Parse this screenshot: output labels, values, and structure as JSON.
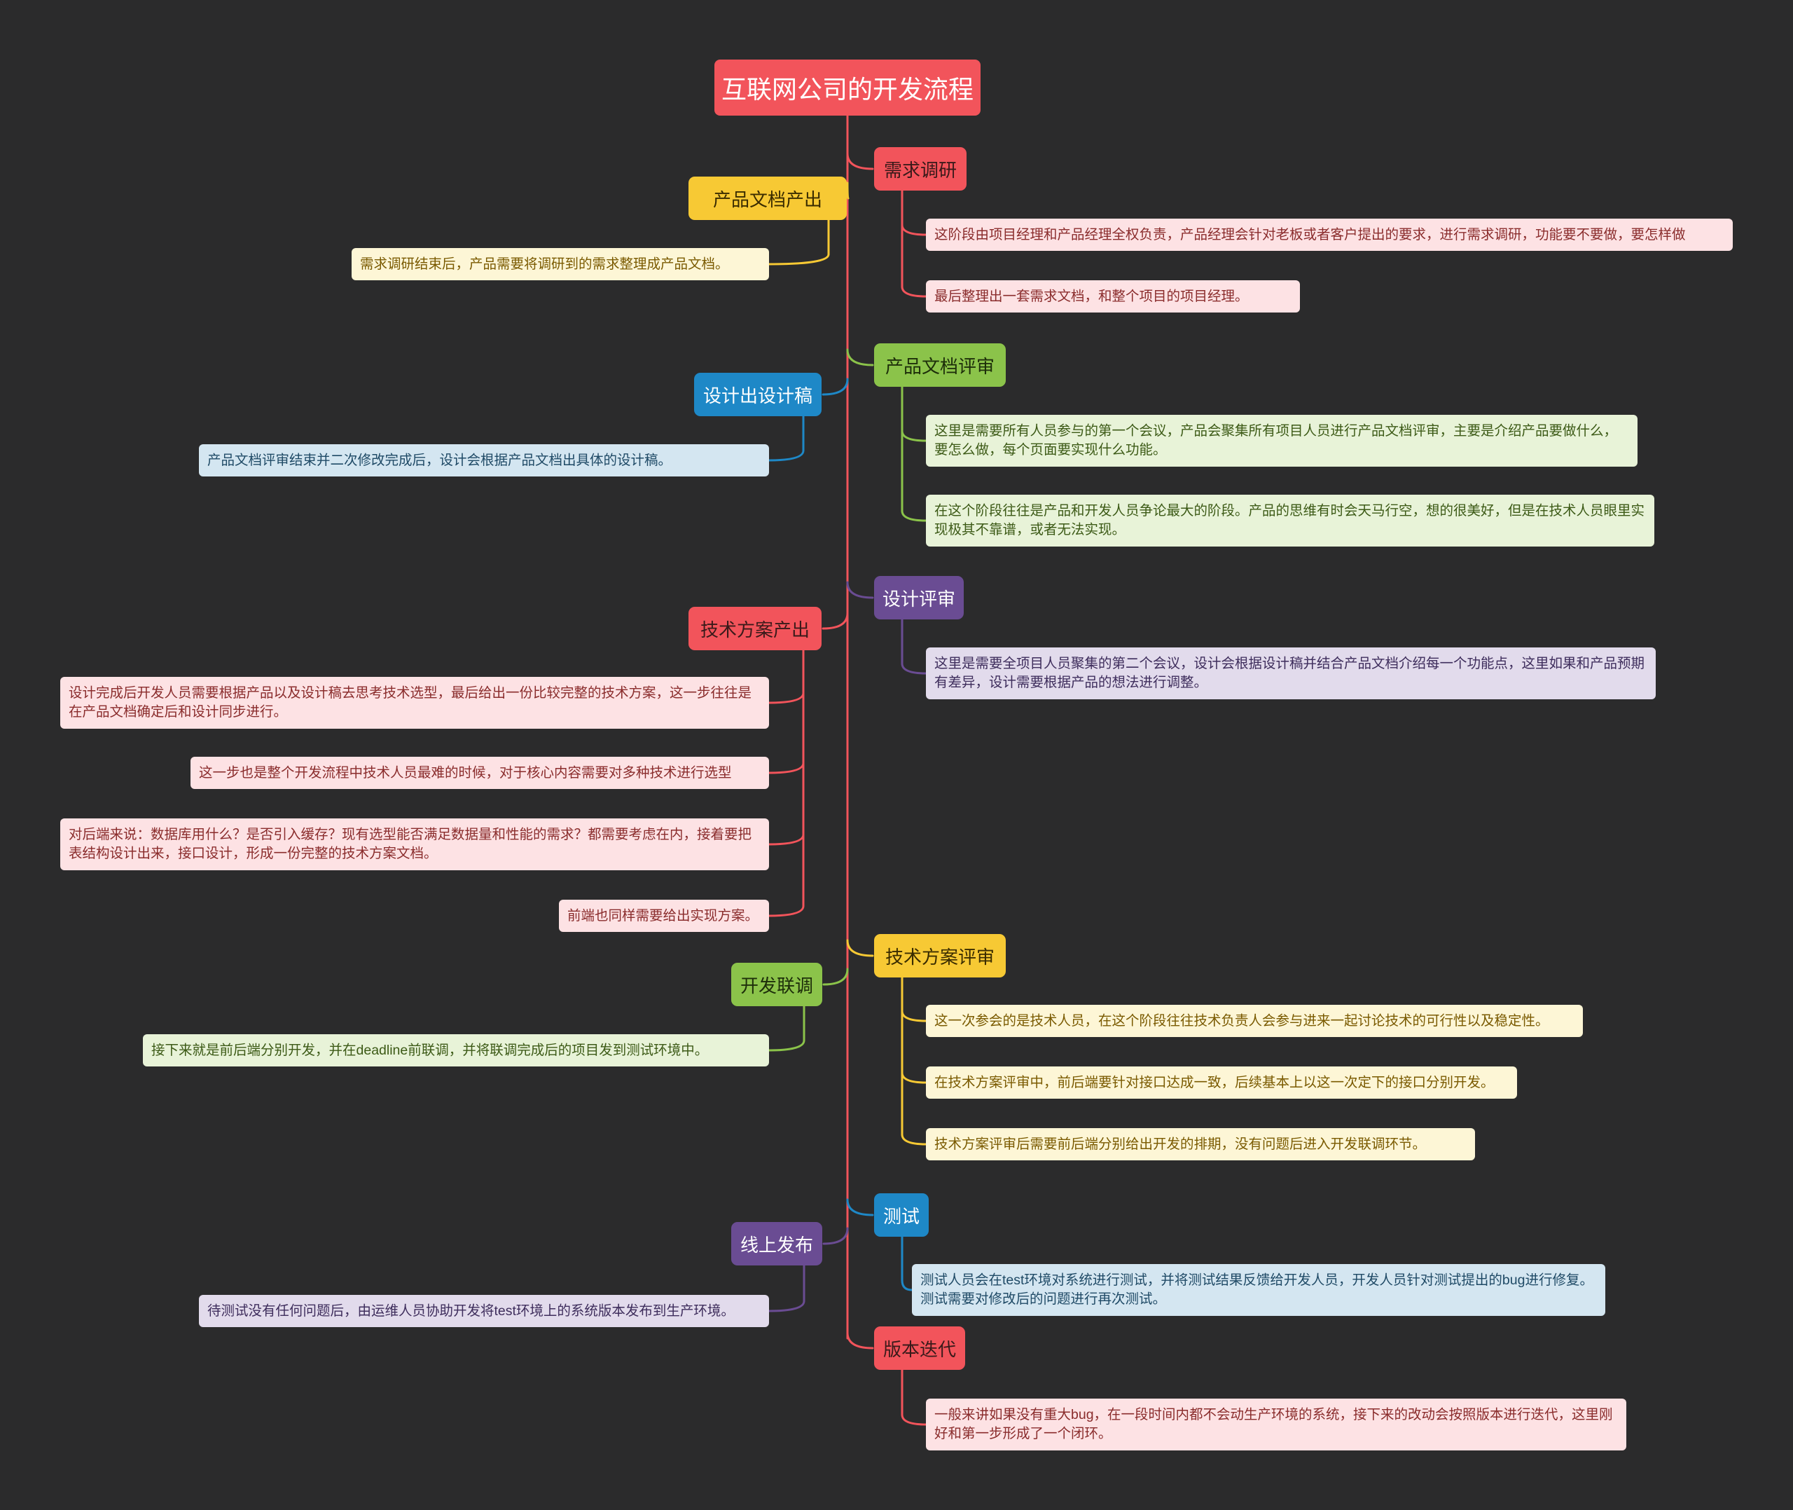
{
  "root": {
    "label": "互联网公司的开发流程",
    "color": "#f2545b"
  },
  "topics": [
    {
      "id": "xqdy",
      "label": "需求调研",
      "side": "right",
      "color": "#f2545b",
      "text_color": "#3a1a1a",
      "leaf_bg": "#fde2e4",
      "leaf_text": "#8a2c2c",
      "leaves": [
        "这阶段由项目经理和产品经理全权负责，产品经理会针对老板或者客户提出的要求，进行需求调研，功能要不要做，要怎样做",
        "最后整理出一套需求文档，和整个项目的项目经理。"
      ]
    },
    {
      "id": "cpwdcc",
      "label": "产品文档产出",
      "side": "left",
      "color": "#f7c934",
      "text_color": "#3a2c00",
      "leaf_bg": "#fdf6d6",
      "leaf_text": "#7a5a00",
      "leaves": [
        "需求调研结束后，产品需要将调研到的需求整理成产品文档。"
      ]
    },
    {
      "id": "cpwdps",
      "label": "产品文档评审",
      "side": "right",
      "color": "#8bc34a",
      "text_color": "#1d2e0a",
      "leaf_bg": "#e8f3d8",
      "leaf_text": "#3c5a16",
      "leaves": [
        "这里是需要所有人员参与的第一个会议，产品会聚集所有项目人员进行产品文档评审，主要是介绍产品要做什么，要怎么做，每个页面要实现什么功能。",
        "在这个阶段往往是产品和开发人员争论最大的阶段。产品的思维有时会天马行空，想的很美好，但是在技术人员眼里实现极其不靠谱，或者无法实现。"
      ]
    },
    {
      "id": "sjcsjg",
      "label": "设计出设计稿",
      "side": "left",
      "color": "#1e88c7",
      "text_color": "#ffffff",
      "leaf_bg": "#d4e6f1",
      "leaf_text": "#1f4a66",
      "leaves": [
        "产品文档评审结束并二次修改完成后，设计会根据产品文档出具体的设计稿。"
      ]
    },
    {
      "id": "sjps",
      "label": "设计评审",
      "side": "right",
      "color": "#6a4c93",
      "text_color": "#ffffff",
      "leaf_bg": "#e2dbec",
      "leaf_text": "#3e2d5c",
      "leaves": [
        "这里是需要全项目人员聚集的第二个会议，设计会根据设计稿并结合产品文档介绍每一个功能点，这里如果和产品预期有差异，设计需要根据产品的想法进行调整。"
      ]
    },
    {
      "id": "jsfacc",
      "label": "技术方案产出",
      "side": "left",
      "color": "#f2545b",
      "text_color": "#3a1a1a",
      "leaf_bg": "#fde2e4",
      "leaf_text": "#8a2c2c",
      "leaves": [
        "设计完成后开发人员需要根据产品以及设计稿去思考技术选型，最后给出一份比较完整的技术方案，这一步往往是在产品文档确定后和设计同步进行。",
        "这一步也是整个开发流程中技术人员最难的时候，对于核心内容需要对多种技术进行选型",
        "对后端来说：数据库用什么？是否引入缓存？现有选型能否满足数据量和性能的需求？都需要考虑在内，接着要把表结构设计出来，接口设计，形成一份完整的技术方案文档。",
        "前端也同样需要给出实现方案。"
      ]
    },
    {
      "id": "jsfaps",
      "label": "技术方案评审",
      "side": "right",
      "color": "#f7c934",
      "text_color": "#3a2c00",
      "leaf_bg": "#fdf6d6",
      "leaf_text": "#7a5a00",
      "leaves": [
        "这一次参会的是技术人员，在这个阶段往往技术负责人会参与进来一起讨论技术的可行性以及稳定性。",
        "在技术方案评审中，前后端要针对接口达成一致，后续基本上以这一次定下的接口分别开发。",
        "技术方案评审后需要前后端分别给出开发的排期，没有问题后进入开发联调环节。"
      ]
    },
    {
      "id": "kflt",
      "label": "开发联调",
      "side": "left",
      "color": "#8bc34a",
      "text_color": "#1d2e0a",
      "leaf_bg": "#e8f3d8",
      "leaf_text": "#3c5a16",
      "leaves": [
        "接下来就是前后端分别开发，并在deadline前联调，并将联调完成后的项目发到测试环境中。"
      ]
    },
    {
      "id": "cs",
      "label": "测试",
      "side": "right",
      "color": "#1e88c7",
      "text_color": "#ffffff",
      "leaf_bg": "#d4e6f1",
      "leaf_text": "#1f4a66",
      "leaves": [
        "测试人员会在test环境对系统进行测试，并将测试结果反馈给开发人员，开发人员针对测试提出的bug进行修复。测试需要对修改后的问题进行再次测试。"
      ]
    },
    {
      "id": "xsfb",
      "label": "线上发布",
      "side": "left",
      "color": "#6a4c93",
      "text_color": "#ffffff",
      "leaf_bg": "#e2dbec",
      "leaf_text": "#3e2d5c",
      "leaves": [
        "待测试没有任何问题后，由运维人员协助开发将test环境上的系统版本发布到生产环境。"
      ]
    },
    {
      "id": "bbdd",
      "label": "版本迭代",
      "side": "right",
      "color": "#f2545b",
      "text_color": "#3a1a1a",
      "leaf_bg": "#fde2e4",
      "leaf_text": "#8a2c2c",
      "leaves": [
        "一般来讲如果没有重大bug，在一段时间内都不会动生产环境的系统，接下来的改动会按照版本进行迭代，这里刚好和第一步形成了一个闭环。"
      ]
    }
  ]
}
